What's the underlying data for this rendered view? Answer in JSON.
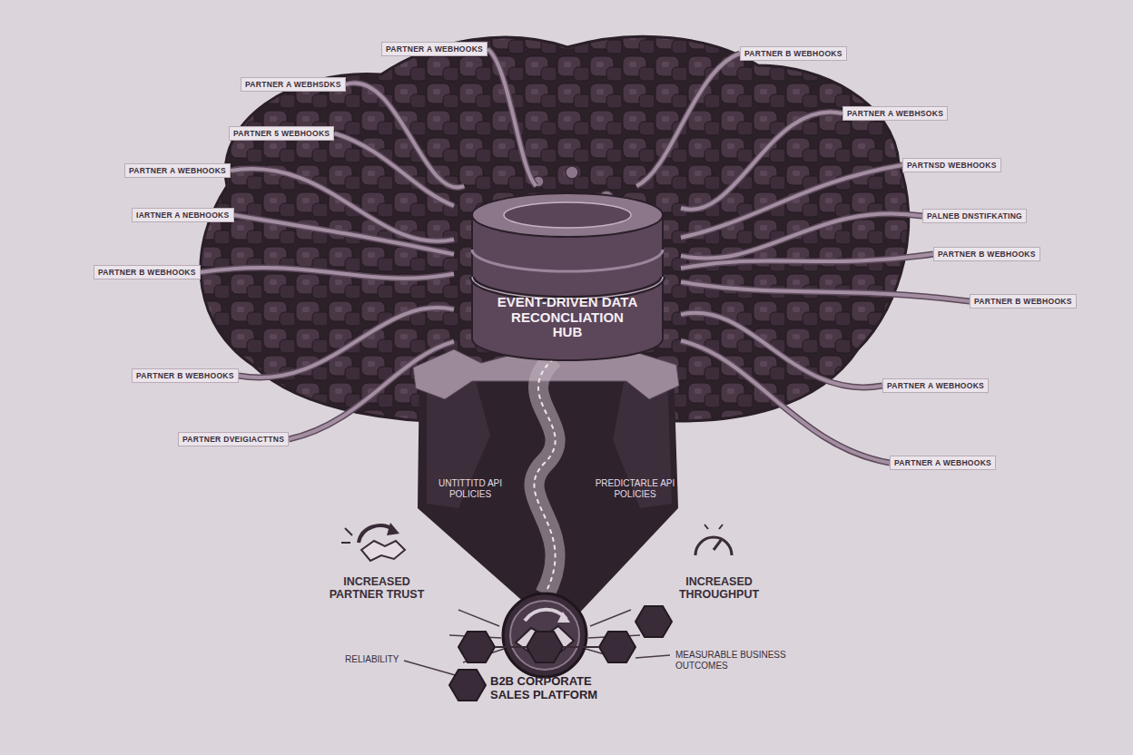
{
  "diagram": {
    "nodes": [
      {
        "text": [
          "PARTNER A WEBHOOKS"
        ]
      },
      {
        "text": [
          "PARTNER A WEBHSDKS"
        ]
      },
      {
        "text": [
          "PARTNER 5 WEBHOOKS"
        ]
      },
      {
        "text": [
          "PARTNER A WEBHOOKS"
        ]
      },
      {
        "text": [
          "IARTNER A NEBHOOKS"
        ]
      },
      {
        "text": [
          "PARTNER B WEBHOOKS"
        ]
      },
      {
        "text": [
          "PARTNER B WEBHOOKS"
        ]
      },
      {
        "text": [
          "PARTNER DVEIGIACTTNS"
        ]
      },
      {
        "text": [
          "PARTNER B WEBHOOKS"
        ]
      },
      {
        "text": [
          "PARTNER A WEBHSOKS"
        ]
      },
      {
        "text": [
          "PARTNSD WEBHOOKS"
        ]
      },
      {
        "text": [
          "PALNEB DNSTIFKATING"
        ]
      },
      {
        "text": [
          "PARTNER B WEBHOOKS"
        ]
      },
      {
        "text": [
          "PARTNER B WEBHOOKS"
        ]
      },
      {
        "text": [
          "PARTNER A WEBHOOKS"
        ]
      },
      {
        "text": [
          "PARTNER A WEBHOOKS"
        ]
      },
      {
        "text": [
          "EVENT-DRIVEN DATA RECONCLIATION HUB"
        ]
      }
    ],
    "edges": [
      {
        "from": 0,
        "to": 16,
        "arrow": "none"
      },
      {
        "from": 1,
        "to": 16,
        "arrow": "none"
      },
      {
        "from": 2,
        "to": 16,
        "arrow": "none"
      },
      {
        "from": 3,
        "to": 16,
        "arrow": "none"
      },
      {
        "from": 4,
        "to": 16,
        "arrow": "none"
      },
      {
        "from": 5,
        "to": 16,
        "arrow": "none"
      },
      {
        "from": 6,
        "to": 16,
        "arrow": "none"
      },
      {
        "from": 7,
        "to": 16,
        "arrow": "none"
      },
      {
        "from": 8,
        "to": 16,
        "arrow": "none"
      },
      {
        "from": 9,
        "to": 16,
        "arrow": "none"
      },
      {
        "from": 10,
        "to": 16,
        "arrow": "none"
      },
      {
        "from": 11,
        "to": 16,
        "arrow": "none"
      },
      {
        "from": 12,
        "to": 16,
        "arrow": "none"
      },
      {
        "from": 13,
        "to": 16,
        "arrow": "none"
      },
      {
        "from": 14,
        "to": 16,
        "arrow": "none"
      },
      {
        "from": 15,
        "to": 16,
        "arrow": "none"
      }
    ],
    "labels": [
      "UNTITTITD API POLICIES",
      "PREDICTARLE API POLICIES",
      "INCREASED PARTNER TRUST",
      "INCREASED THROUGHPUT",
      "RELIABILITY",
      "B2B CORPORATE SALES PLATFORM",
      "MEASURABLE BUSINESS OUTCOMES"
    ]
  }
}
